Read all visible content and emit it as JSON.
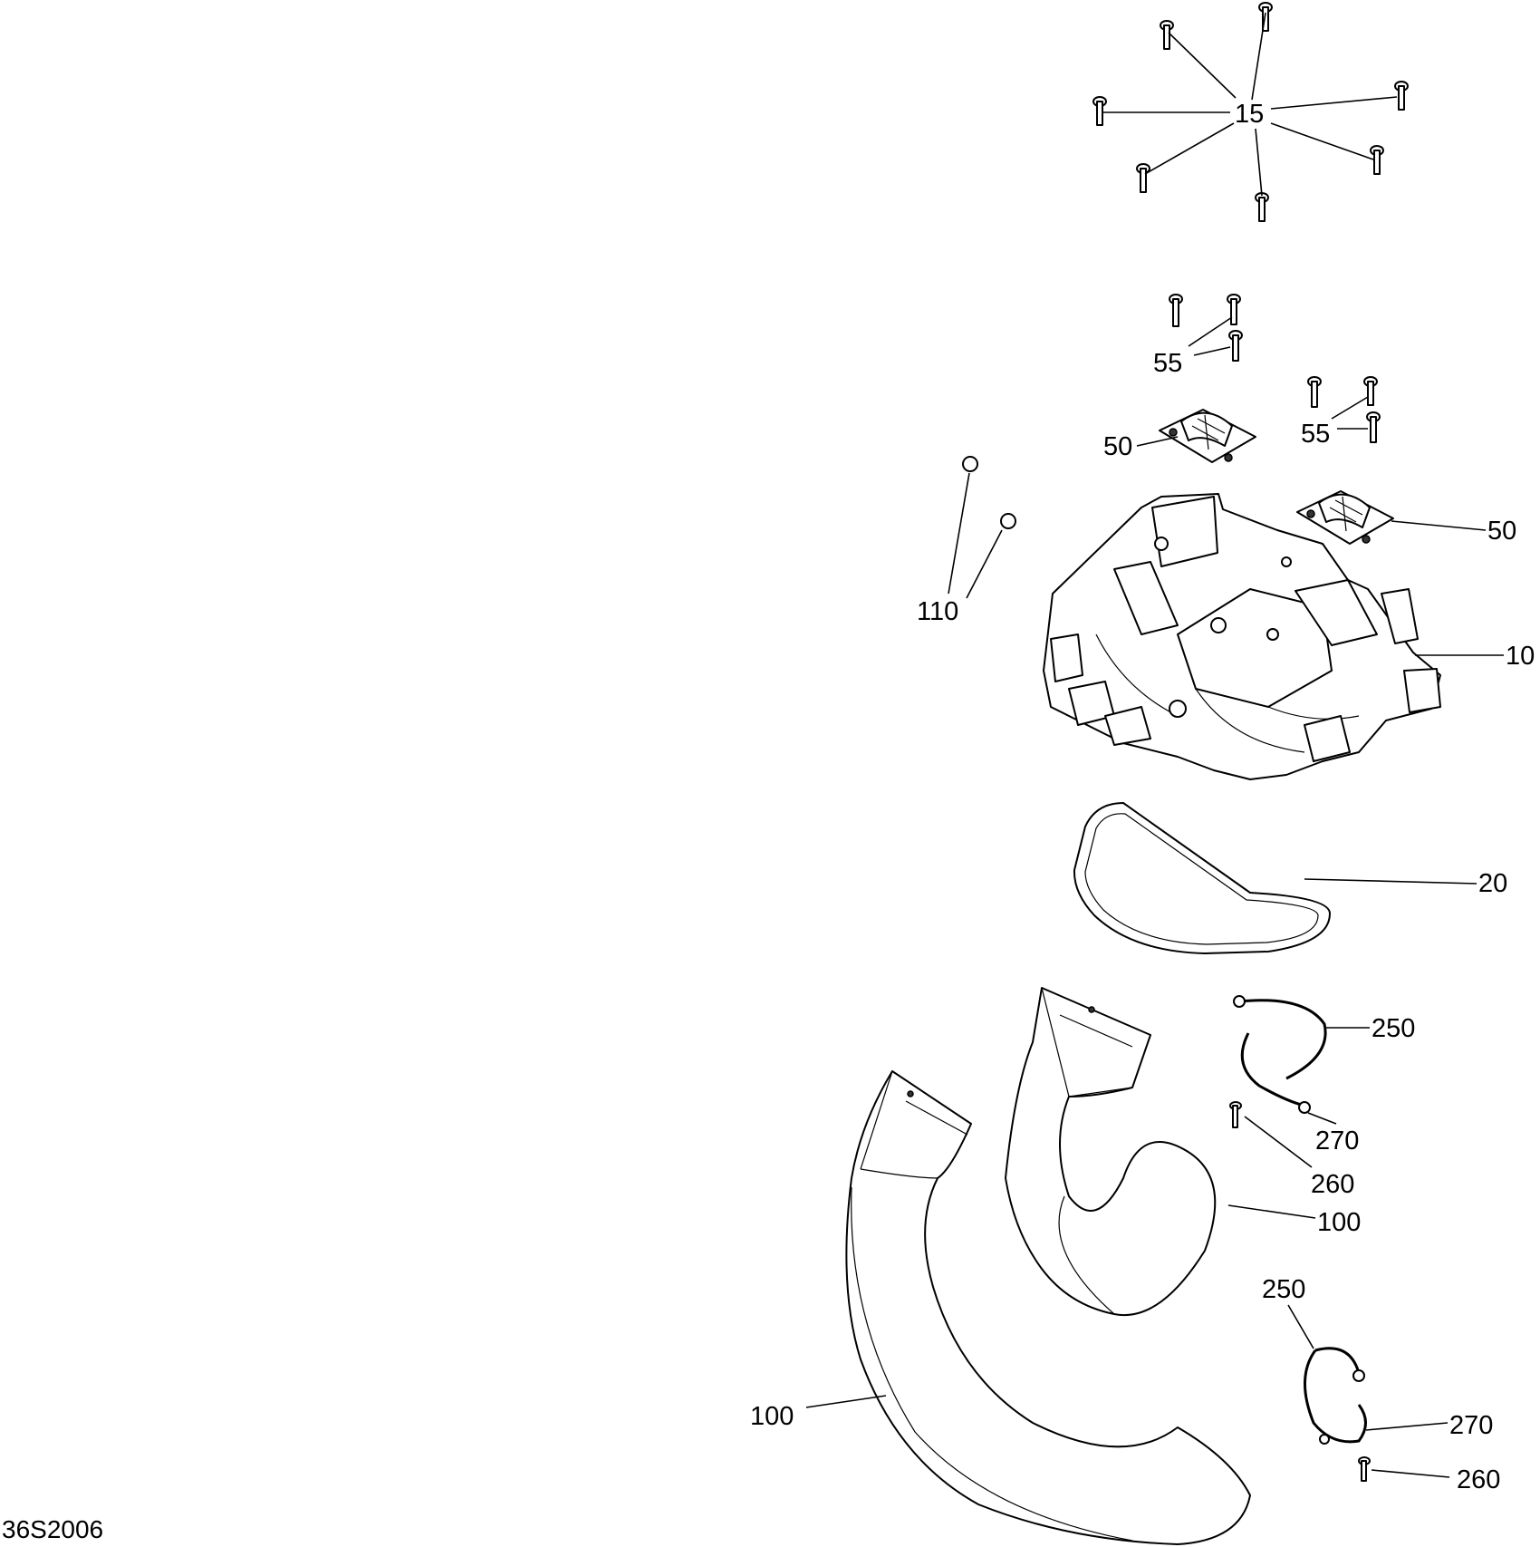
{
  "drawing_ref": "36S2006",
  "callouts": {
    "screws_top": "15",
    "screws_left": "55",
    "screws_right": "55",
    "bracket_left": "50",
    "bracket_right": "50",
    "plugs": "110",
    "air_box": "10",
    "gasket": "20",
    "clamp_upper": "250",
    "clamp_lower": "250",
    "clamp_nut_upper": "270",
    "clamp_nut_lower": "270",
    "clamp_screw_upper": "260",
    "clamp_screw_lower": "260",
    "duct_right": "100",
    "duct_left": "100"
  }
}
